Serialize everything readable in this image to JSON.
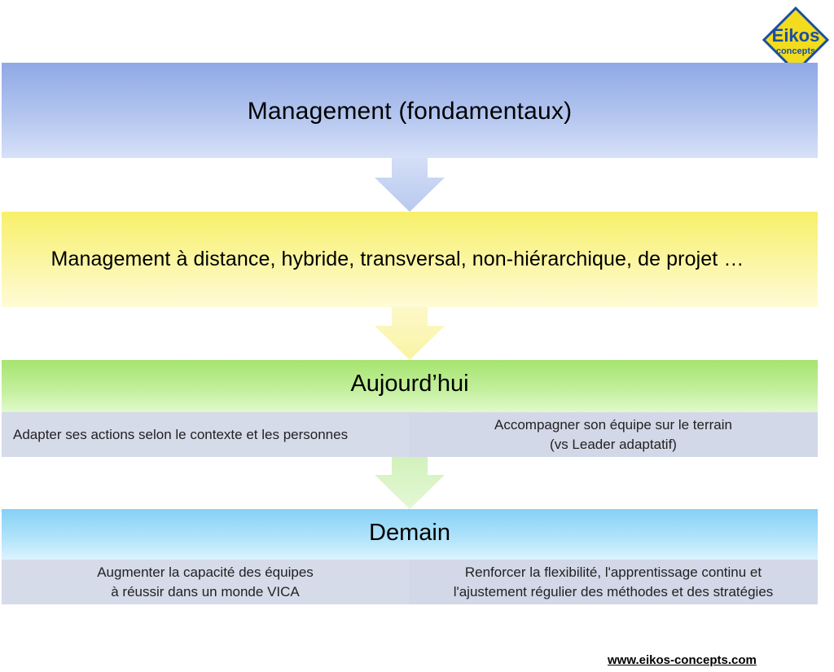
{
  "logo": {
    "line1": "Eikos",
    "line2": "concepts",
    "bg_color": "#f2dc1d",
    "border_color": "#1b4fa0"
  },
  "blocks": [
    {
      "title": "Management (fondamentaux)",
      "color": "#a9bfee"
    },
    {
      "title": "Management à distance, hybride, transversal, non-hiérarchique, de projet …",
      "color": "#fbf59b"
    },
    {
      "title": "Aujourd’hui",
      "color": "#b8ed8b",
      "items": [
        {
          "lines": [
            "Adapter ses actions selon le contexte et les personnes"
          ]
        },
        {
          "lines": [
            "Accompagner son équipe sur le terrain",
            "(vs Leader adaptatif)"
          ]
        }
      ]
    },
    {
      "title": "Demain",
      "color": "#a6dcf8",
      "items": [
        {
          "lines": [
            "Augmenter la capacité des équipes",
            "à réussir dans un monde VICA"
          ]
        },
        {
          "lines": [
            "Renforcer la flexibilité, l'apprentissage continu et",
            "l'ajustement régulier des méthodes et des stratégies"
          ]
        }
      ]
    }
  ],
  "footer": {
    "website": "www.eikos-concepts.com"
  }
}
